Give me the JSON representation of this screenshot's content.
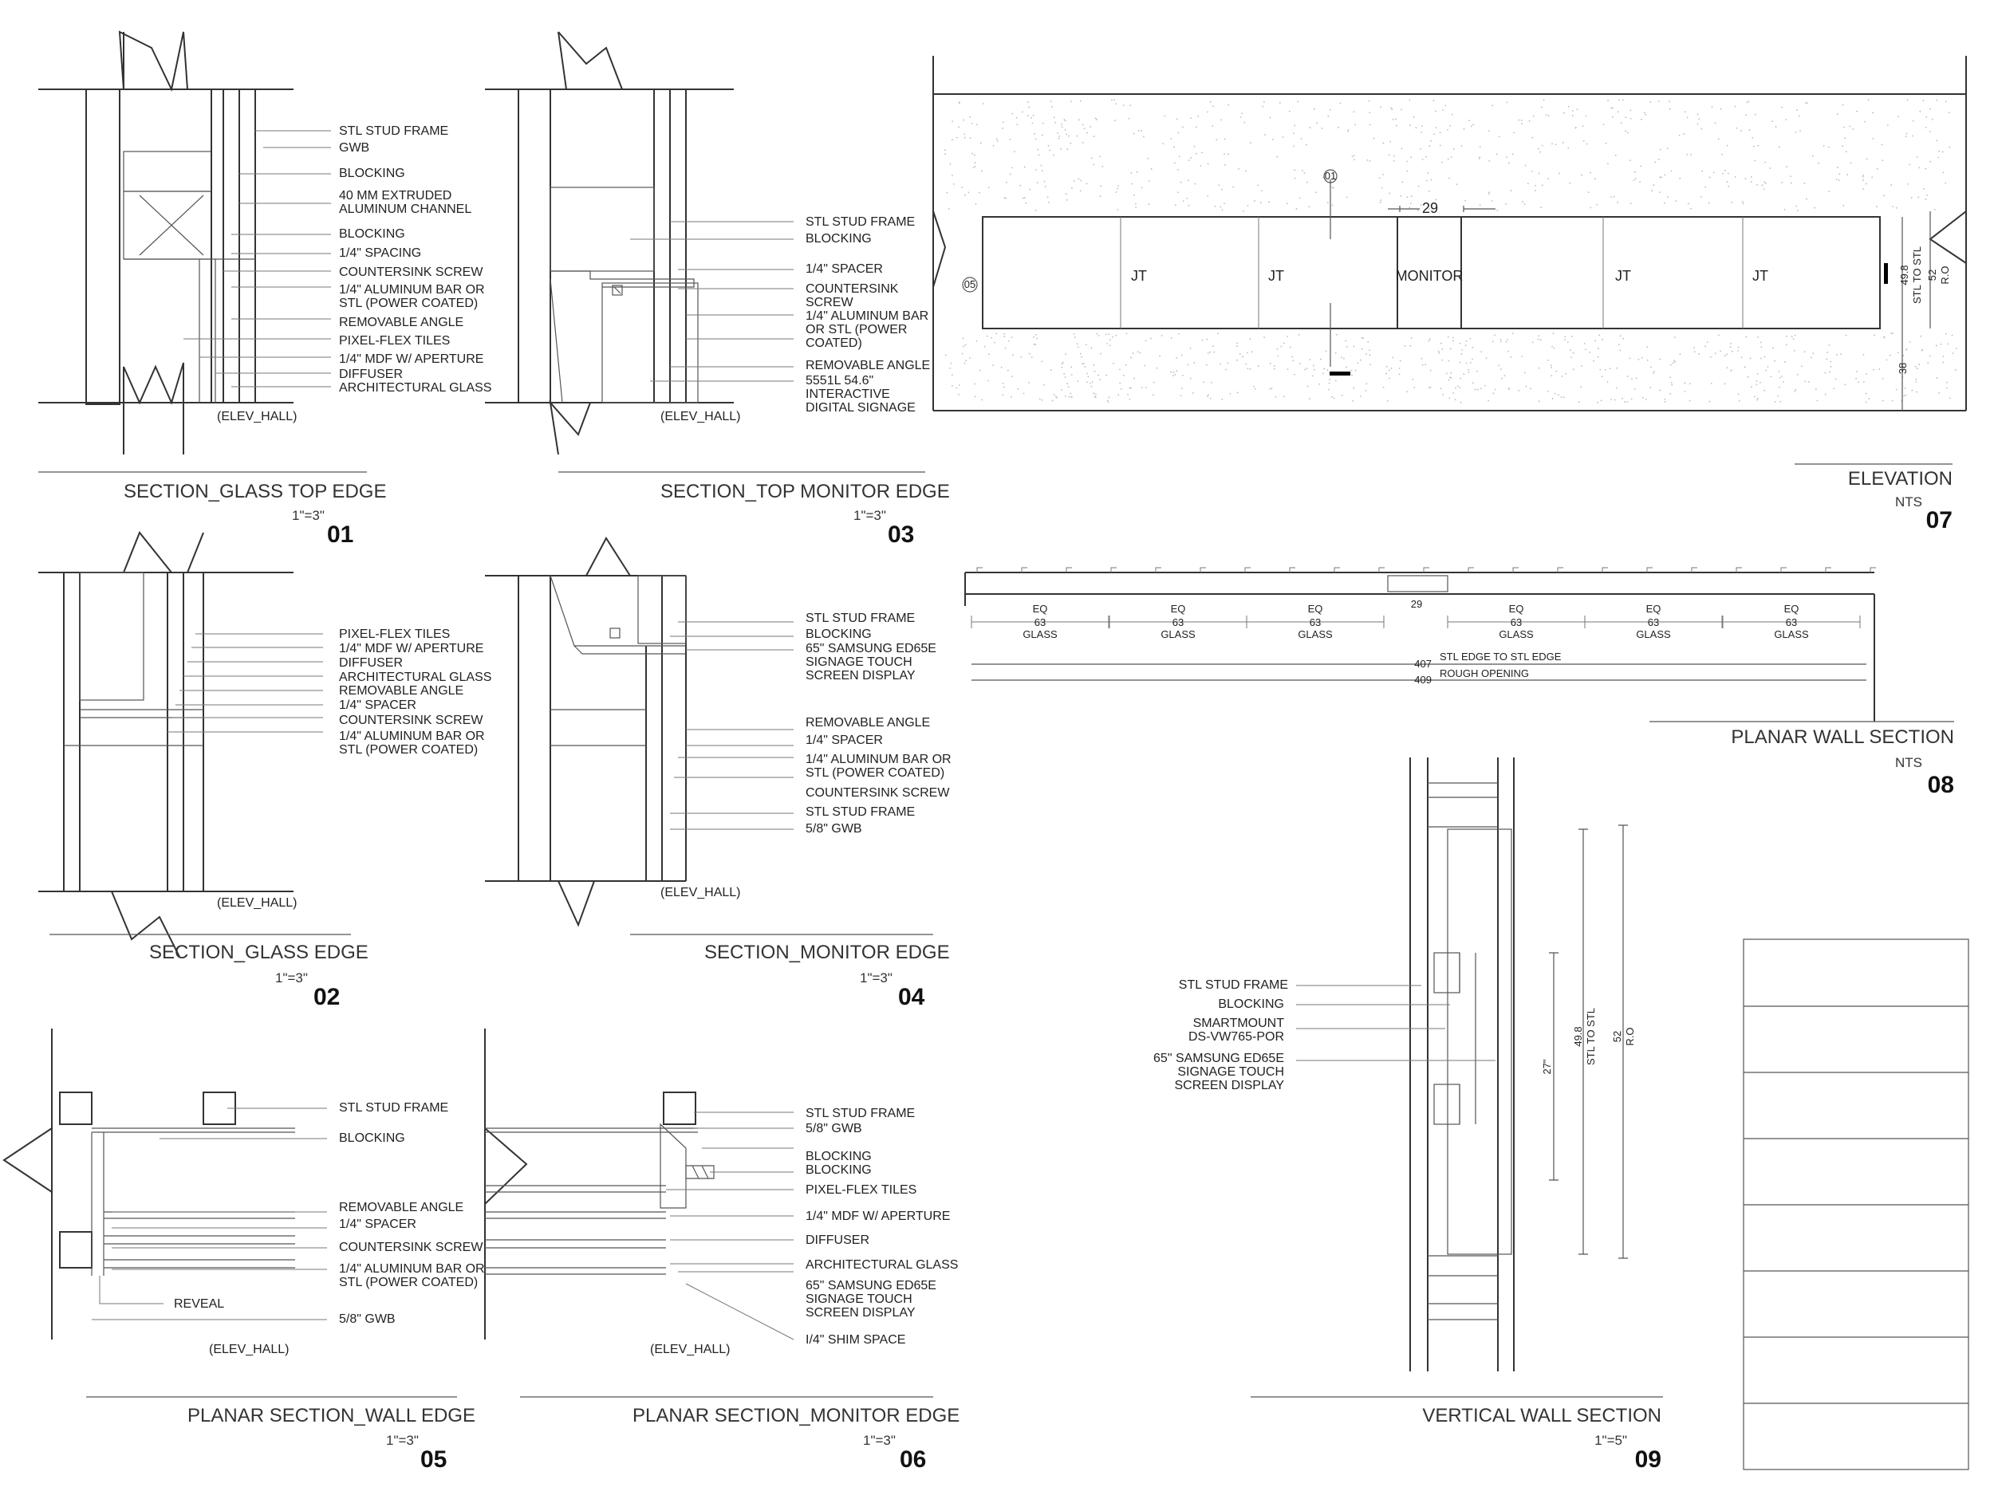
{
  "details": [
    {
      "id": "d01",
      "title": "SECTION_GLASS TOP EDGE",
      "scale": "1\"=3\"",
      "number": "01",
      "ref": "(ELEV_HALL)",
      "notes": [
        "STL STUD FRAME",
        "GWB",
        "BLOCKING",
        "40 MM EXTRUDED",
        "ALUMINUM CHANNEL",
        "BLOCKING",
        "1/4\" SPACING",
        "COUNTERSINK SCREW",
        "1/4\" ALUMINUM BAR OR",
        "STL (POWER COATED)",
        "REMOVABLE ANGLE",
        "PIXEL-FLEX TILES",
        "1/4\" MDF W/ APERTURE",
        "DIFFUSER",
        "ARCHITECTURAL GLASS"
      ]
    },
    {
      "id": "d03",
      "title": "SECTION_TOP MONITOR EDGE",
      "scale": "1\"=3\"",
      "number": "03",
      "ref": "(ELEV_HALL)",
      "notes": [
        "STL STUD FRAME",
        "BLOCKING",
        "1/4\" SPACER",
        "COUNTERSINK",
        "SCREW",
        "1/4\" ALUMINUM BAR",
        "OR STL (POWER",
        "COATED)",
        "REMOVABLE ANGLE",
        "5551L 54.6\"",
        "INTERACTIVE",
        "DIGITAL SIGNAGE"
      ]
    },
    {
      "id": "d02",
      "title": "SECTION_GLASS EDGE",
      "scale": "1\"=3\"",
      "number": "02",
      "ref": "(ELEV_HALL)",
      "notes": [
        "PIXEL-FLEX TILES",
        "1/4\" MDF W/ APERTURE",
        "DIFFUSER",
        "ARCHITECTURAL GLASS",
        "REMOVABLE ANGLE",
        "1/4\" SPACER",
        "COUNTERSINK SCREW",
        "1/4\" ALUMINUM BAR OR",
        "STL (POWER COATED)"
      ]
    },
    {
      "id": "d04",
      "title": "SECTION_MONITOR EDGE",
      "scale": "1\"=3\"",
      "number": "04",
      "ref": "(ELEV_HALL)",
      "notes": [
        "STL STUD FRAME",
        "BLOCKING",
        "65\" SAMSUNG ED65E",
        "SIGNAGE TOUCH",
        "SCREEN DISPLAY",
        "REMOVABLE ANGLE",
        "1/4\" SPACER",
        "1/4\" ALUMINUM BAR OR",
        "STL (POWER COATED)",
        "COUNTERSINK SCREW",
        "STL STUD FRAME",
        "5/8\" GWB"
      ]
    },
    {
      "id": "d05",
      "title": "PLANAR SECTION_WALL EDGE",
      "scale": "1\"=3\"",
      "number": "05",
      "ref": "(ELEV_HALL)",
      "notes": [
        "STL STUD FRAME",
        "BLOCKING",
        "REMOVABLE ANGLE",
        "1/4\" SPACER",
        "COUNTERSINK SCREW",
        "1/4\" ALUMINUM BAR OR",
        "STL (POWER COATED)",
        "REVEAL",
        "5/8\" GWB"
      ]
    },
    {
      "id": "d06",
      "title": "PLANAR SECTION_MONITOR EDGE",
      "scale": "1\"=3\"",
      "number": "06",
      "ref": "(ELEV_HALL)",
      "notes": [
        "STL STUD FRAME",
        "5/8\" GWB",
        "BLOCKING",
        "BLOCKING",
        "PIXEL-FLEX TILES",
        "1/4\" MDF W/ APERTURE",
        "DIFFUSER",
        "ARCHITECTURAL GLASS",
        "65\" SAMSUNG ED65E",
        "SIGNAGE TOUCH",
        "SCREEN DISPLAY",
        "I/4\" SHIM SPACE"
      ]
    }
  ],
  "elevation": {
    "title": "ELEVATION",
    "scale": "NTS",
    "number": "07",
    "panels": [
      "JT",
      "JT",
      "MONITOR",
      "JT",
      "JT"
    ],
    "dim_top": "29",
    "dim_stl_value": "49.8",
    "dim_stl_label": "STL TO STL",
    "dim_ro_value": "52",
    "dim_ro_label": "R.O",
    "dim_bottom": "38",
    "tag_left": "05",
    "tag_top": "01"
  },
  "planar": {
    "title": "PLANAR WALL  SECTION",
    "scale": "NTS",
    "number": "08",
    "eq": "EQ",
    "eq_value": "63",
    "eq_label": "GLASS",
    "center": "29",
    "overall1_value": "407",
    "overall1_label": "STL EDGE TO STL EDGE",
    "overall2_value": "409",
    "overall2_label": "ROUGH OPENING"
  },
  "vertical": {
    "title": "VERTICAL WALL SECTION",
    "scale": "1\"=5\"",
    "number": "09",
    "notes": [
      "STL STUD FRAME",
      "BLOCKING",
      "SMARTMOUNT",
      "DS-VW765-POR",
      "65\" SAMSUNG ED65E",
      "SIGNAGE TOUCH",
      "SCREEN DISPLAY"
    ],
    "dim_27": "27\"",
    "dim_stl_value": "49.8",
    "dim_stl_label": "STL TO STL",
    "dim_ro_value": "52",
    "dim_ro_label": "R.O"
  }
}
